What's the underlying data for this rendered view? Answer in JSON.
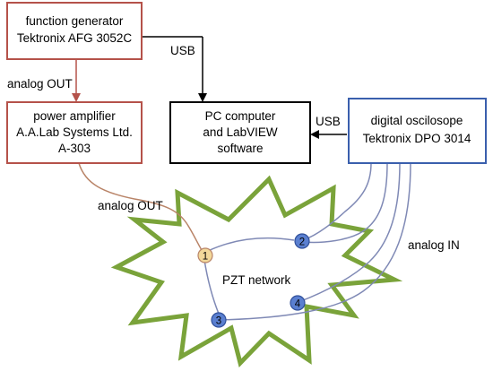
{
  "boxes": {
    "function_generator": {
      "line1": "function generator",
      "line2": "Tektronix AFG 3052C"
    },
    "power_amplifier": {
      "line1": "power amplifier",
      "line2": "A.A.Lab Systems Ltd.",
      "line3": "A-303"
    },
    "pc_computer": {
      "line1": "PC computer",
      "line2": "and LabVIEW",
      "line3": "software"
    },
    "oscilloscope": {
      "line1": "digital oscilosope",
      "line2": "Tektronix DPO 3014"
    }
  },
  "connections": {
    "usb_fg": "USB",
    "usb_osc": "USB",
    "analog_out_fg": "analog OUT",
    "analog_out_amp": "analog OUT",
    "analog_in": "analog IN"
  },
  "network": {
    "label": "PZT network",
    "nodes": [
      "1",
      "2",
      "3",
      "4"
    ]
  },
  "colors": {
    "fg_border": "#b5524a",
    "amp_border": "#b5524a",
    "pc_border": "#000000",
    "osc_border": "#3a5fad",
    "star_outline": "#7aa33a",
    "amp_wire": "#b98468",
    "osc_wires": "#7f89b5",
    "node_1_fill": "#f2d89a",
    "node_blue_fill": "#5a7fd0"
  }
}
